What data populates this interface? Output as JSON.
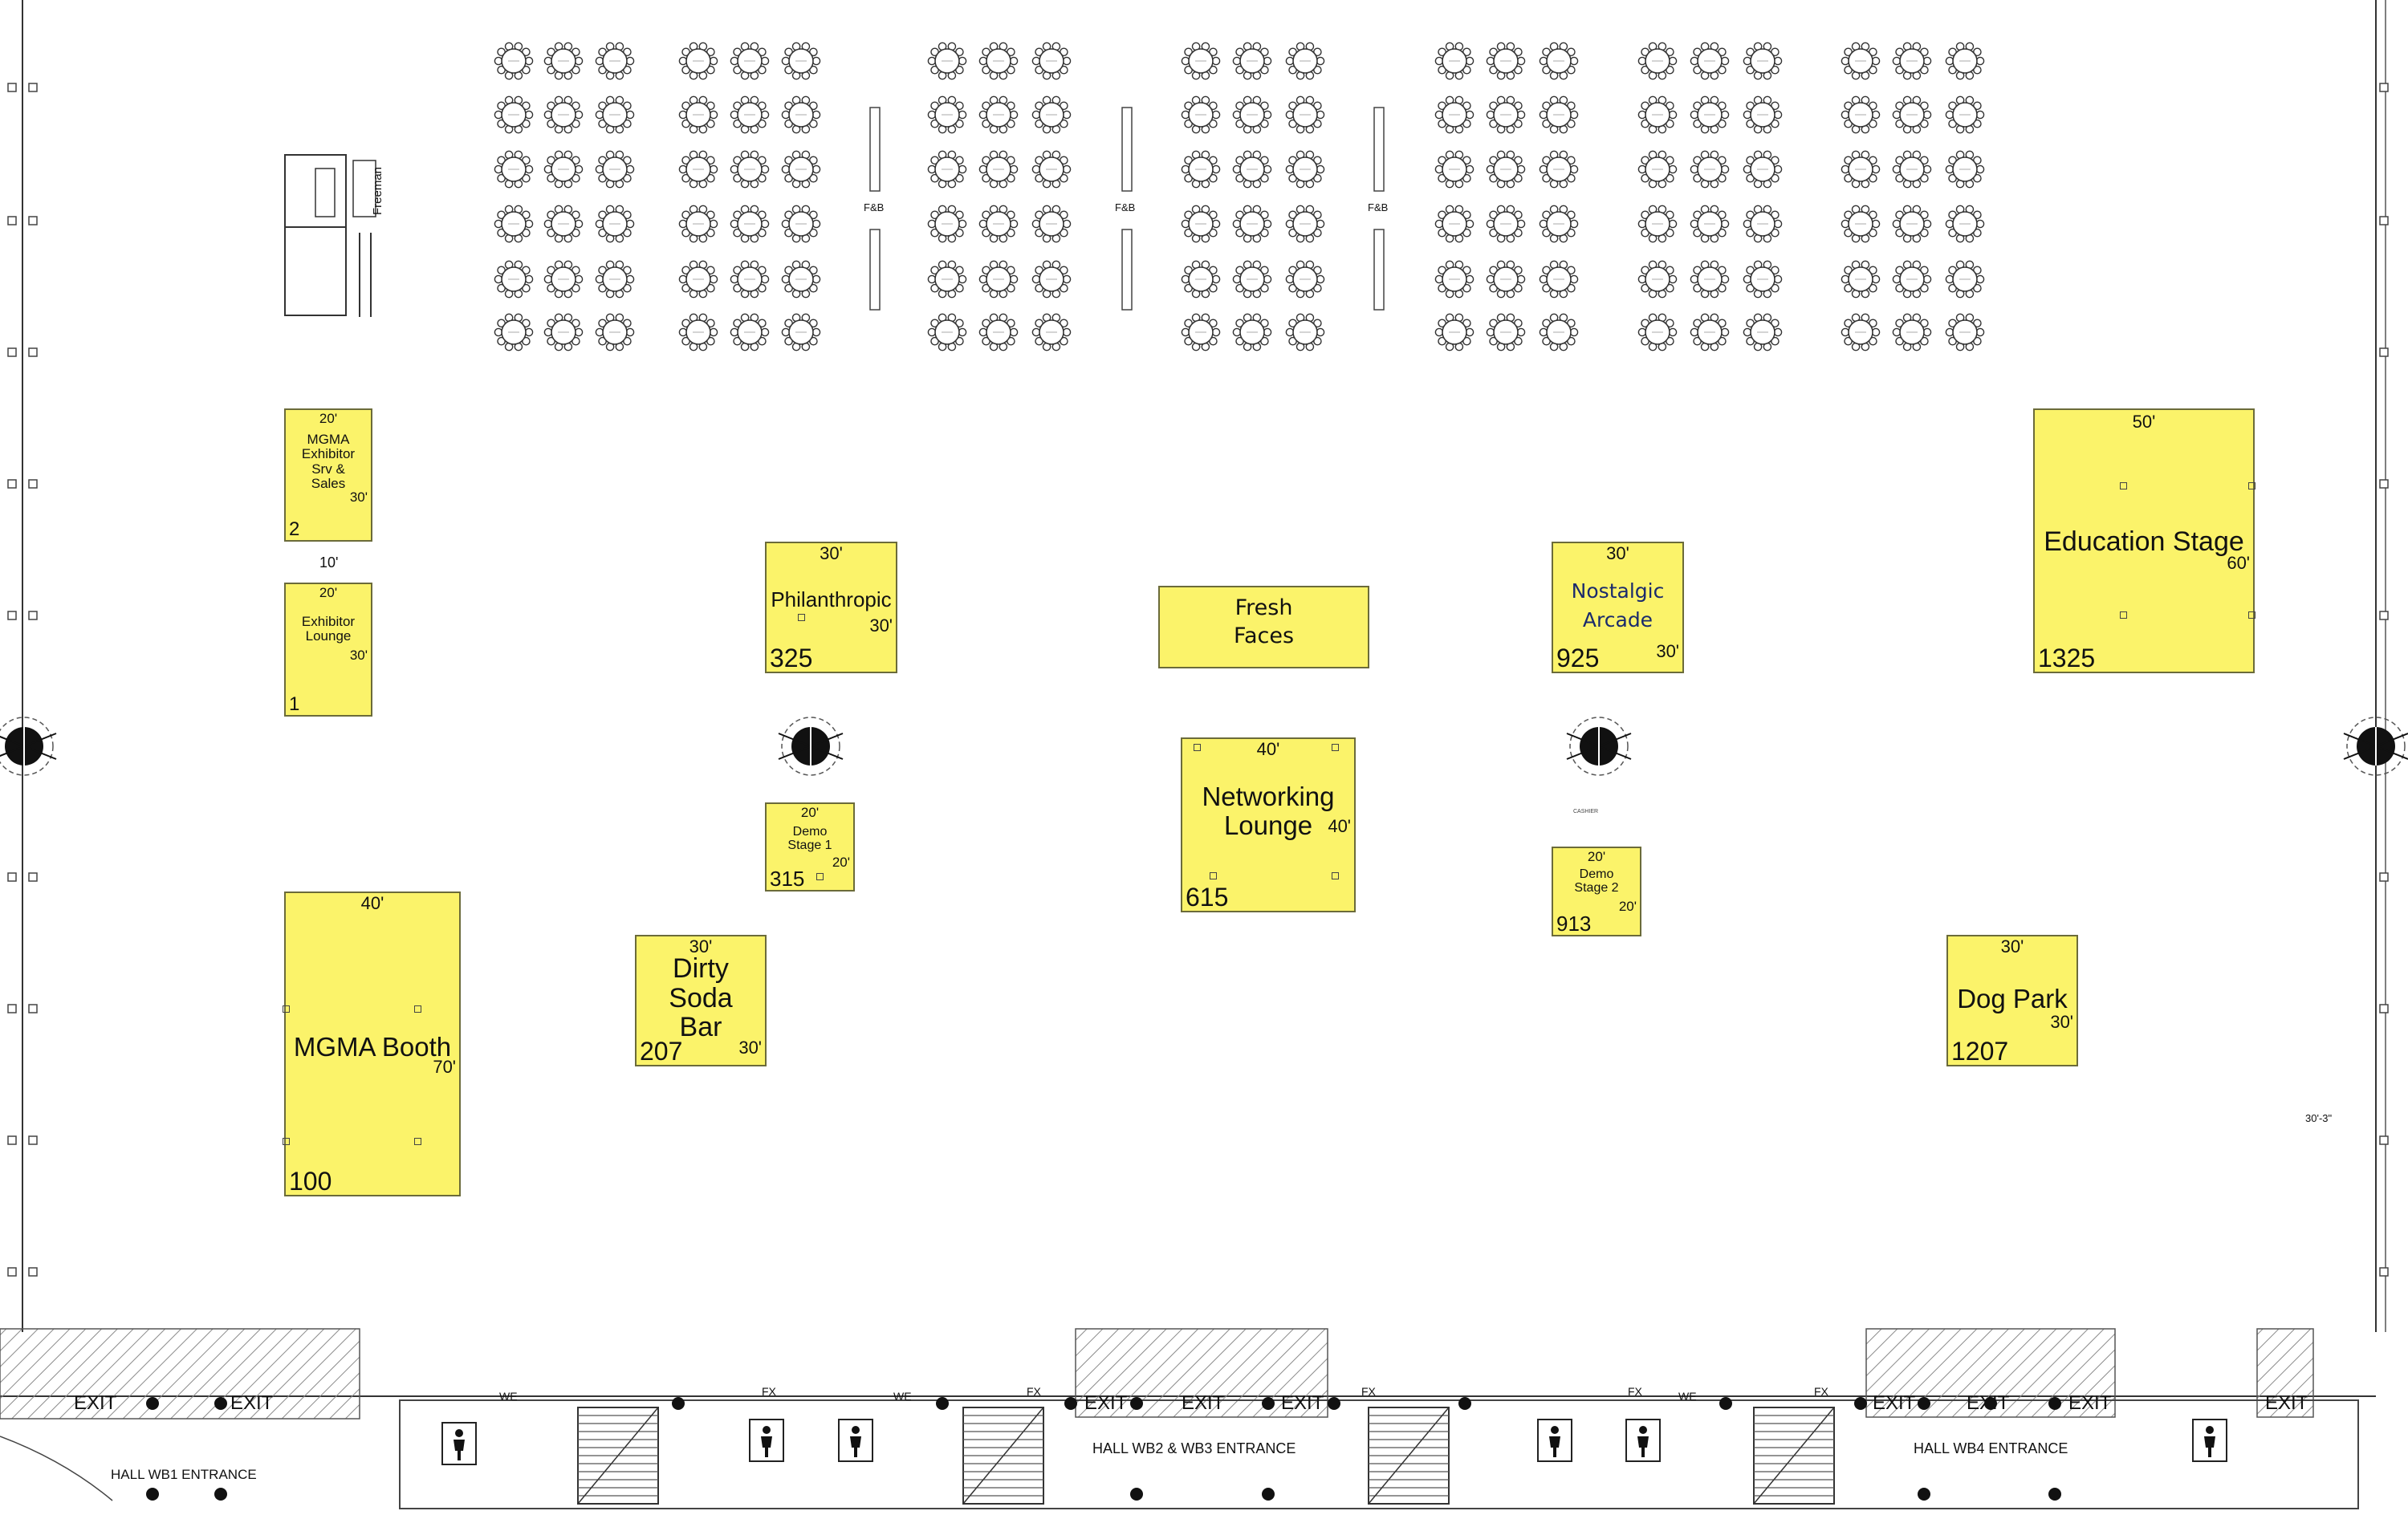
{
  "colors": {
    "booth_fill": "#fbf36a",
    "booth_border": "#6b6b3a",
    "line": "#333333",
    "hatch": "#888888"
  },
  "fnb_labels": [
    "F&B",
    "F&B",
    "F&B"
  ],
  "freeman_label": "Freeman",
  "cashier_label": "CASHIER",
  "small_dim_left": "10'",
  "dimension_right": "30'-3\"",
  "booths": {
    "mgma_exhibitor": {
      "name": "MGMA\nExhibitor\nSrv &\nSales",
      "number": "2",
      "width": "20'",
      "depth": "30'"
    },
    "exhibitor_lounge": {
      "name": "Exhibitor\nLounge",
      "number": "1",
      "width": "20'",
      "depth": "30'"
    },
    "philanthropic": {
      "name": "Philanthropic",
      "number": "325",
      "width": "30'",
      "depth": "30'"
    },
    "fresh_faces": {
      "name": "Fresh\nFaces"
    },
    "nostalgic_arcade": {
      "name": "Nostalgic\nArcade",
      "number": "925",
      "width": "30'",
      "depth": "30'"
    },
    "education_stage": {
      "name": "Education Stage",
      "number": "1325",
      "width": "50'",
      "depth": "60'"
    },
    "demo_stage_1": {
      "name": "Demo\nStage 1",
      "number": "315",
      "width": "20'",
      "depth": "20'"
    },
    "networking_lounge": {
      "name": "Networking\nLounge",
      "number": "615",
      "width": "40'",
      "depth": "40'"
    },
    "demo_stage_2": {
      "name": "Demo\nStage 2",
      "number": "913",
      "width": "20'",
      "depth": "20'"
    },
    "mgma_booth": {
      "name": "MGMA Booth",
      "number": "100",
      "width": "40'",
      "depth": "70'"
    },
    "dirty_soda_bar": {
      "name": "Dirty\nSoda\nBar",
      "number": "207",
      "width": "30'",
      "depth": "30'"
    },
    "dog_park": {
      "name": "Dog Park",
      "number": "1207",
      "width": "30'",
      "depth": "30'"
    }
  },
  "bottom": {
    "exit": "EXIT",
    "entrance_wb1": "HALL WB1 ENTRANCE",
    "entrance_wb2_wb3": "HALL WB2 & WB3 ENTRANCE",
    "entrance_wb4": "HALL WB4 ENTRANCE",
    "fx": "FX",
    "we": "WE"
  }
}
